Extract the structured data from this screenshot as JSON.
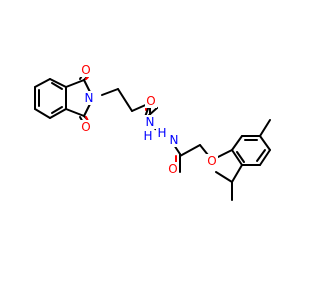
{
  "molecule": {
    "atom_labels": {
      "o1": "O",
      "n1": "N",
      "o2": "O",
      "o3": "O",
      "nh1": "N",
      "h1": "H",
      "nh2": "N",
      "h2": "H",
      "o4": "O",
      "o5": "O"
    },
    "colors": {
      "carbon_bonds": "#000000",
      "oxygen": "#ff0000",
      "nitrogen": "#0000ff",
      "background": "#ffffff"
    }
  }
}
